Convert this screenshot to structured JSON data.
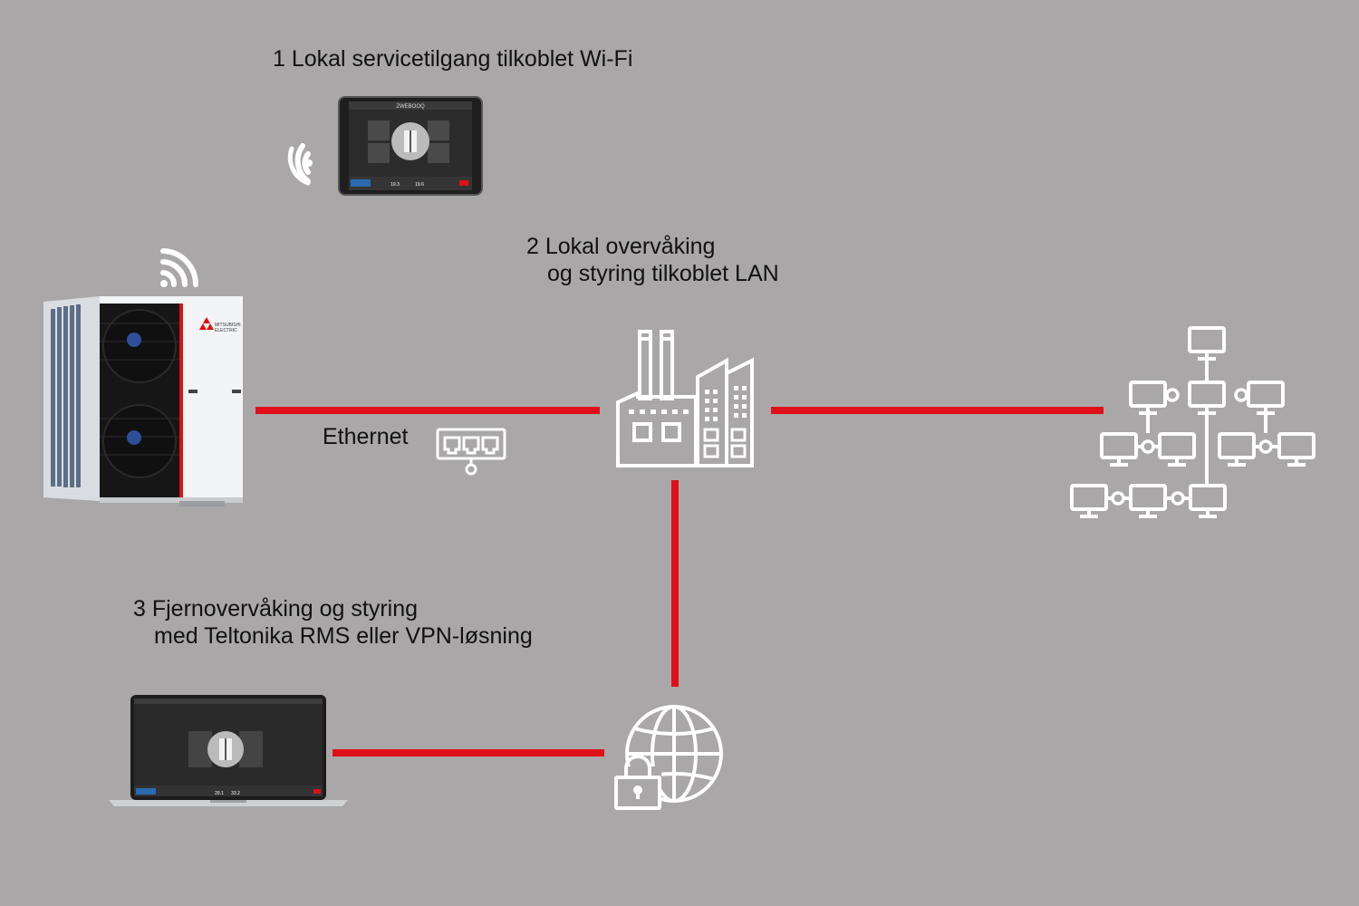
{
  "labels": {
    "local_wifi": "1 Lokal servicetilgang tilkoblet Wi-Fi",
    "local_lan_line1": "2 Lokal overvåking",
    "local_lan_line2": "og styring tilkoblet LAN",
    "remote_line1": "3 Fjernovervåking og styring",
    "remote_line2": "med Teltonika RMS eller VPN-løsning",
    "ethernet": "Ethernet"
  },
  "unit": {
    "brand_line1": "MITSUBISHI",
    "brand_line2": "ELECTRIC"
  },
  "tablet_screen": {
    "title": "ZWEBOOQ",
    "reading_1": "19.3",
    "reading_2": "19.6"
  },
  "laptop_screen": {
    "reading_1": "29.1",
    "reading_2": "33.2"
  },
  "colors": {
    "background": "#a9a7a8",
    "link_red": "#e0101a",
    "icon_white": "#ffffff",
    "text": "#111111"
  },
  "icons": [
    "wifi-icon",
    "factory-icon",
    "network-topology-icon",
    "ethernet-port-icon",
    "secure-globe-icon",
    "heat-pump-unit",
    "tablet-device",
    "laptop-device"
  ]
}
